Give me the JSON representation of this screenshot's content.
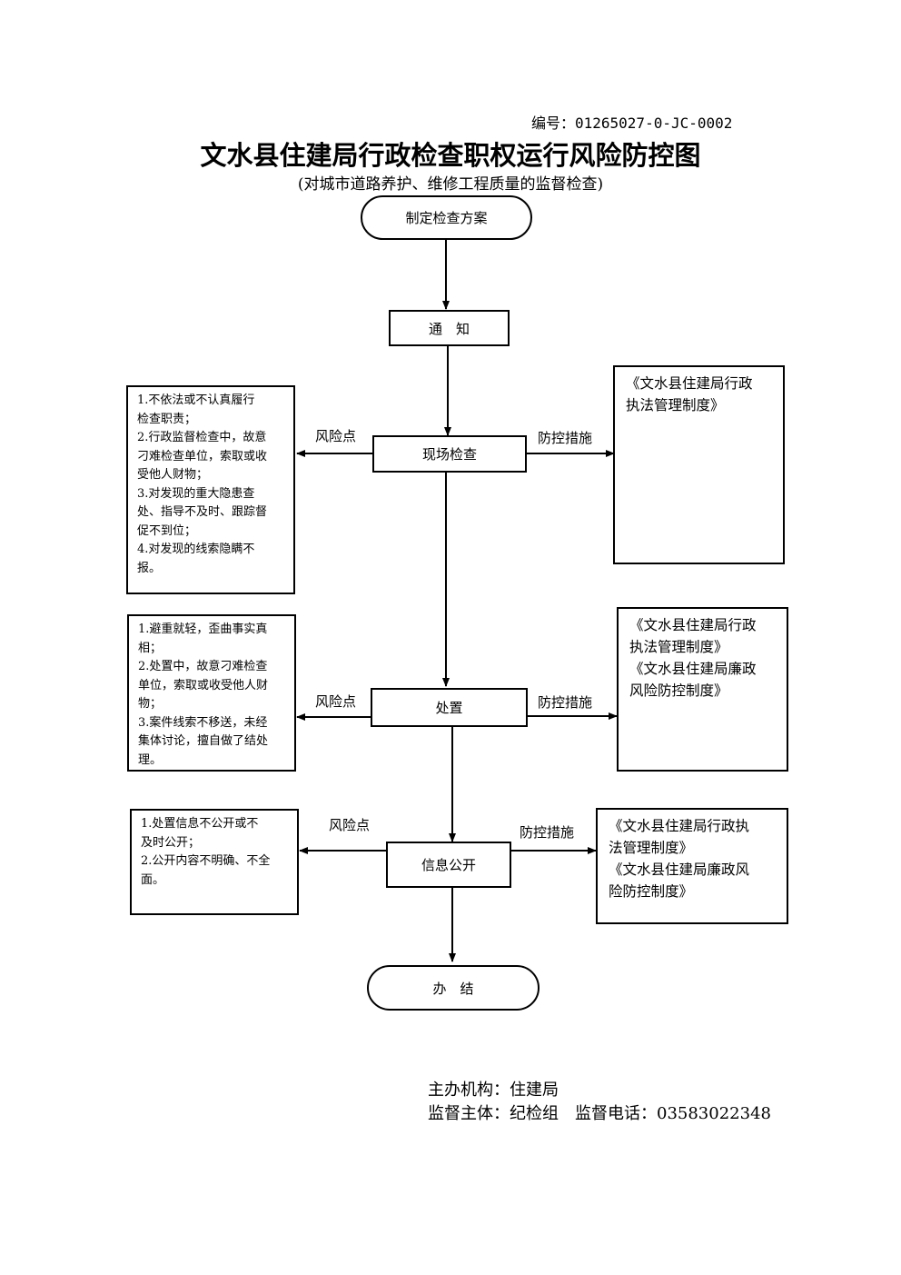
{
  "header": {
    "doc_number": "编号：01265027-0-JC-0002",
    "title": "文水县住建局行政检查职权运行风险防控图",
    "subtitle": "(对城市道路养护、维修工程质量的监督检查)"
  },
  "flow": {
    "start": "制定检查方案",
    "notify": "通　知",
    "inspect": "现场检查",
    "handle": "处置",
    "publish": "信息公开",
    "end": "办　结"
  },
  "labels": {
    "risk_point": "风险点",
    "control_measure": "防控措施"
  },
  "risks": {
    "inspect": [
      "1.不依法或不认真履行",
      "检查职责；",
      "2.行政监督检查中，故意",
      "刁难检查单位，索取或收",
      "受他人财物；",
      "3.对发现的重大隐患查",
      "处、指导不及时、跟踪督",
      "促不到位；",
      "4.对发现的线索隐瞒不",
      "报。"
    ],
    "handle": [
      "1.避重就轻，歪曲事实真",
      "相；",
      "2.处置中，故意刁难检查",
      "单位，索取或收受他人财",
      "物；",
      "3.案件线索不移送，未经",
      "集体讨论，擅自做了结处",
      "理。"
    ],
    "publish": [
      "1.处置信息不公开或不",
      "及时公开；",
      "2.公开内容不明确、不全",
      "面。"
    ]
  },
  "measures": {
    "inspect": [
      "《文水县住建局行政",
      "执法管理制度》"
    ],
    "handle": [
      "《文水县住建局行政",
      "执法管理制度》",
      "《文水县住建局廉政",
      "风险防控制度》"
    ],
    "publish": [
      "《文水县住建局行政执",
      "法管理制度》",
      "《文水县住建局廉政风",
      "险防控制度》"
    ]
  },
  "footer": {
    "organizer": "主办机构：住建局",
    "supervisor": "监督主体：纪检组　监督电话：03583022348"
  }
}
